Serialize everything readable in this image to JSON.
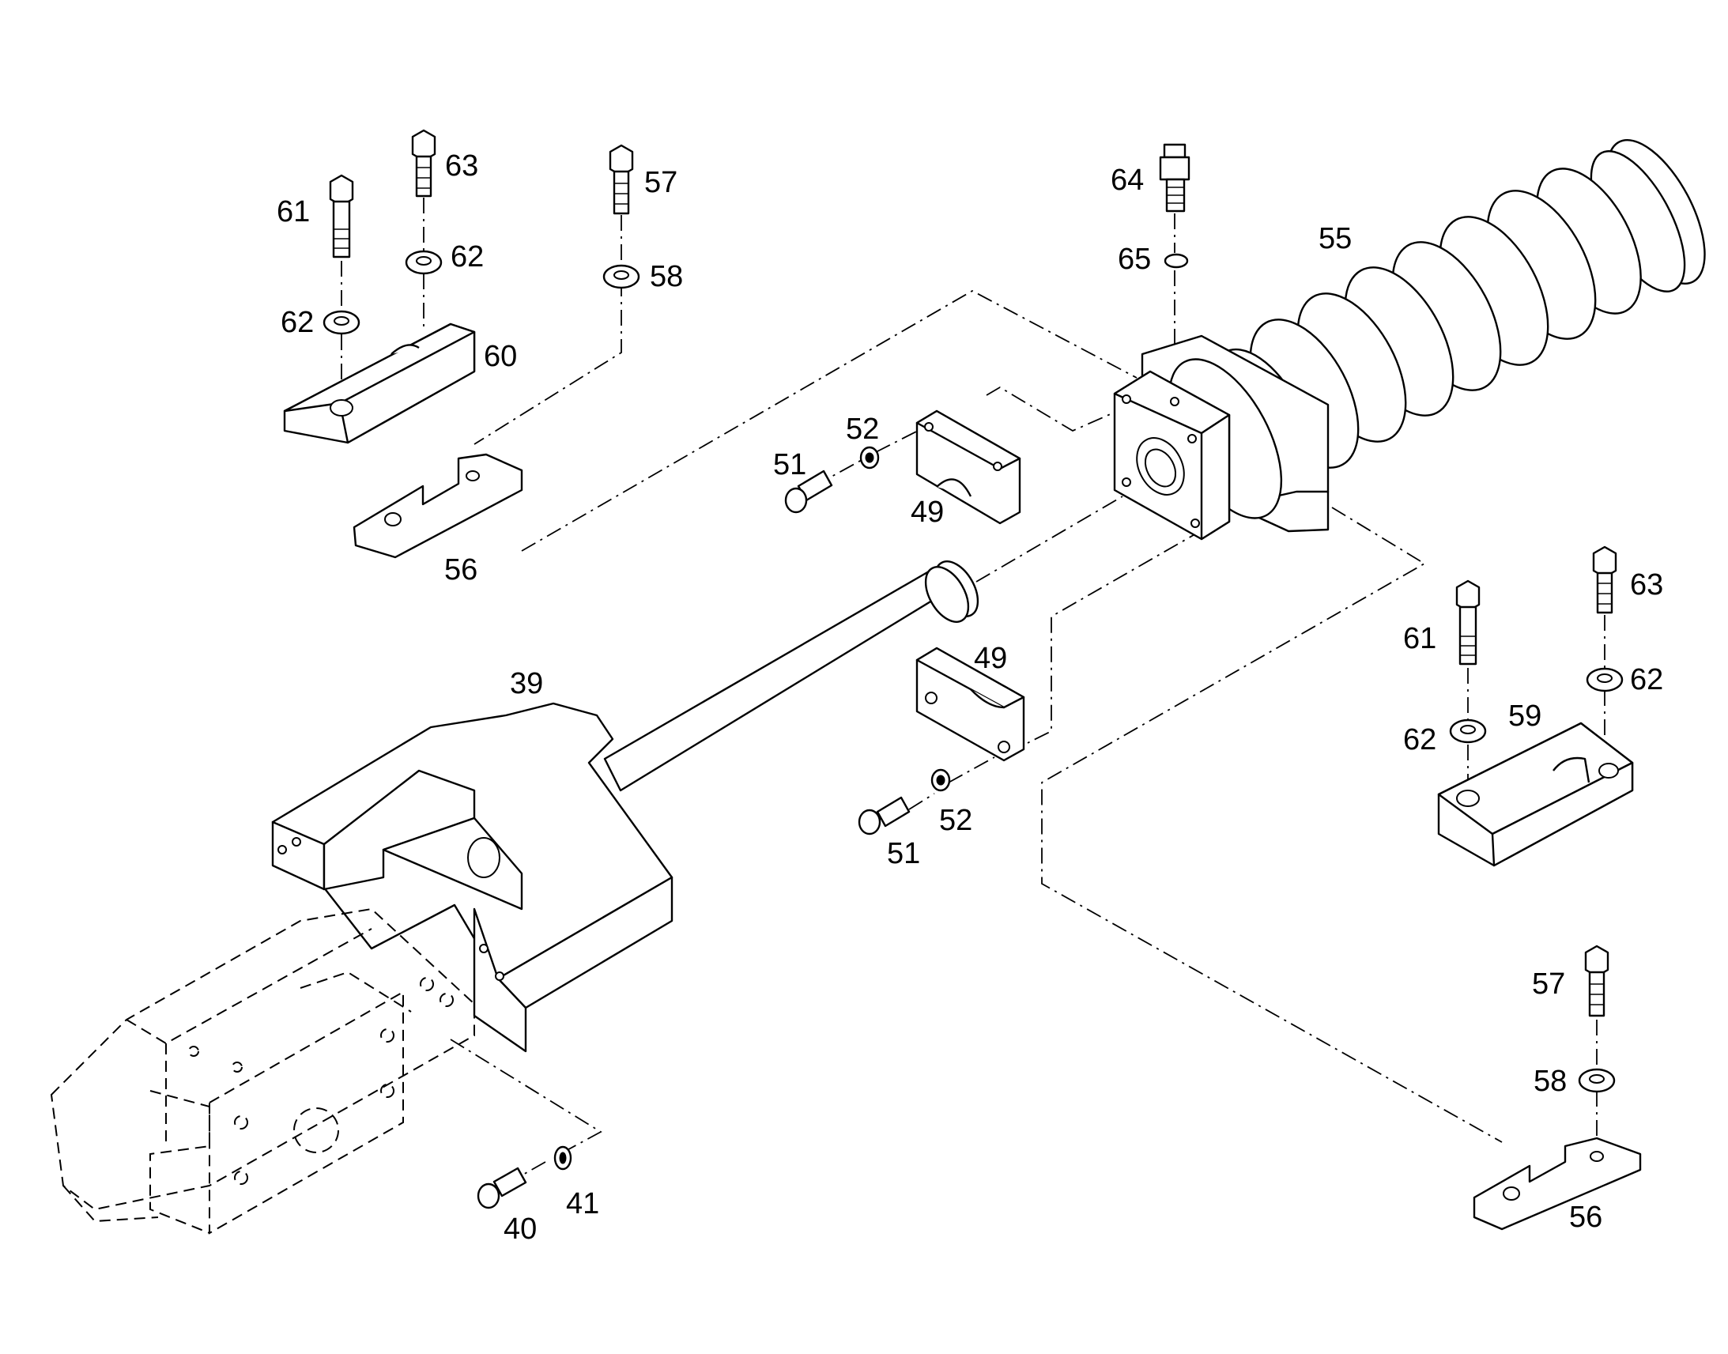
{
  "diagram": {
    "part_numbers": {
      "n61_left": "61",
      "n63_left": "63",
      "n57_left": "57",
      "n62_left_a": "62",
      "n62_left_b": "62",
      "n58_left": "58",
      "n60": "60",
      "n56_left": "56",
      "n64": "64",
      "n65": "65",
      "n55": "55",
      "n52_top": "52",
      "n51_top": "51",
      "n49_top": "49",
      "n49_bottom": "49",
      "n52_bottom": "52",
      "n51_bottom": "51",
      "n39": "39",
      "n40": "40",
      "n41": "41",
      "n61_right": "61",
      "n63_right": "63",
      "n62_right_a": "62",
      "n62_right_b": "62",
      "n59": "59",
      "n57_right": "57",
      "n58_right": "58",
      "n56_right": "56"
    }
  }
}
